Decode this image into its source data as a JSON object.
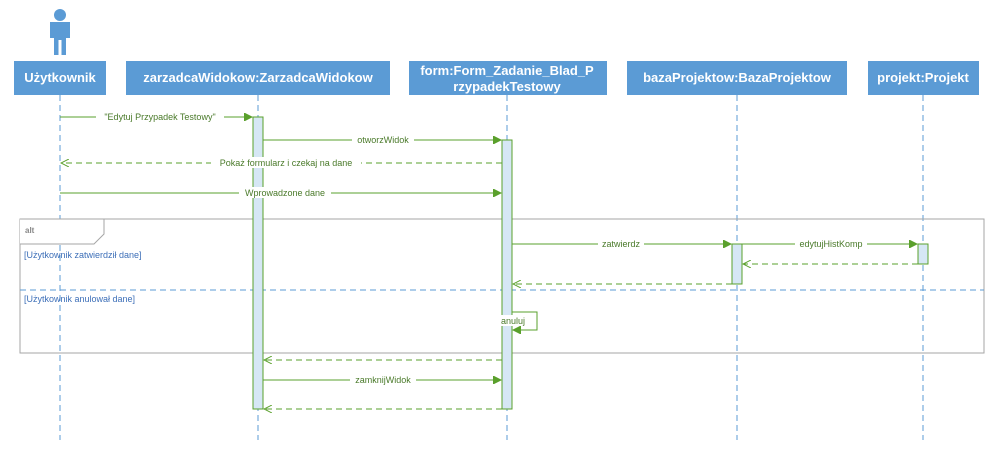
{
  "colors": {
    "header_fill": "#5b9bd5",
    "lifeline": "#5b9bd5",
    "message": "#5aa02c",
    "activation_fill": "#d6e7f5",
    "activation_stroke": "#5aa02c",
    "frame": "#a6a6a6",
    "guard_text": "#3d6fb8",
    "actor_icon": "#5b9bd5"
  },
  "icons": {
    "actor": "person-icon"
  },
  "participants": [
    {
      "id": "user",
      "label": "Użytkownik"
    },
    {
      "id": "manager",
      "label": "zarzadcaWidokow:ZarzadcaWidokow"
    },
    {
      "id": "form",
      "label_line1": "form:Form_Zadanie_Blad_P",
      "label_line2": "rzypadekTestowy"
    },
    {
      "id": "db",
      "label": "bazaProjektow:BazaProjektow"
    },
    {
      "id": "project",
      "label": "projekt:Projekt"
    }
  ],
  "messages": [
    {
      "from": "user",
      "to": "manager",
      "label": "\"Edytuj Przypadek Testowy\"",
      "style": "sync"
    },
    {
      "from": "manager",
      "to": "form",
      "label": "otworzWidok",
      "style": "sync"
    },
    {
      "from": "form",
      "to": "user",
      "label": "Pokaż formularz i czekaj na dane",
      "style": "return"
    },
    {
      "from": "user",
      "to": "form",
      "label": "Wprowadzone dane",
      "style": "sync"
    },
    {
      "from": "form",
      "to": "db",
      "label": "zatwierdz",
      "style": "sync"
    },
    {
      "from": "db",
      "to": "project",
      "label": "edytujHistKomp",
      "style": "sync"
    },
    {
      "from": "project",
      "to": "db",
      "label": "",
      "style": "return"
    },
    {
      "from": "db",
      "to": "form",
      "label": "",
      "style": "return"
    },
    {
      "from": "form",
      "to": "form",
      "label": "anuluj",
      "style": "self"
    },
    {
      "from": "form",
      "to": "manager",
      "label": "",
      "style": "return"
    },
    {
      "from": "manager",
      "to": "form",
      "label": "zamknijWidok",
      "style": "sync"
    },
    {
      "from": "form",
      "to": "manager",
      "label": "",
      "style": "return"
    }
  ],
  "fragment": {
    "operator": "alt",
    "guard_1": "[Użytkownik zatwierdził dane]",
    "guard_2": "[Użytkownik anulował dane]"
  }
}
